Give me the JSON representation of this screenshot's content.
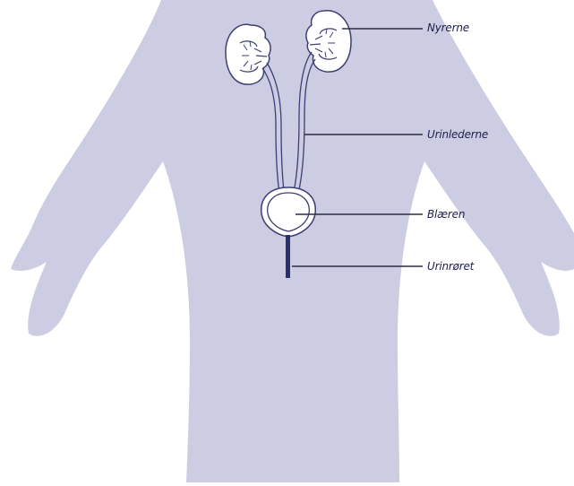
{
  "diagram": {
    "colors": {
      "body": "#cccce3",
      "organ_fill": "#ffffff",
      "organ_stroke": "#3c3f73",
      "urethra": "#2a2e6e",
      "leader_line": "#2b2d45",
      "label_text": "#1c1f4a"
    },
    "labels": {
      "kidneys": "Nyrerne",
      "ureters": "Urinlederne",
      "bladder": "Blæren",
      "urethra": "Urinrøret"
    }
  }
}
